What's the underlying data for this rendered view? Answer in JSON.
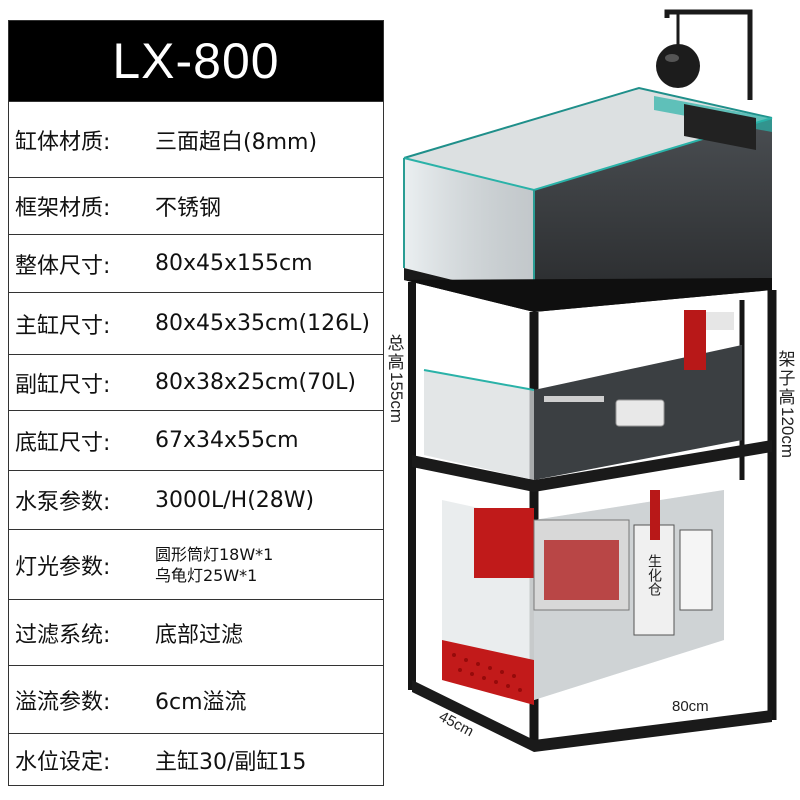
{
  "model": "LX-800",
  "specs": [
    {
      "label": "缸体材质:",
      "value": "三面超白(8mm)"
    },
    {
      "label": "框架材质:",
      "value": "不锈钢"
    },
    {
      "label": "整体尺寸:",
      "value": "80x45x155cm"
    },
    {
      "label": "主缸尺寸:",
      "value": "80x45x35cm(126L)"
    },
    {
      "label": "副缸尺寸:",
      "value": "80x38x25cm(70L)"
    },
    {
      "label": "底缸尺寸:",
      "value": "67x34x55cm"
    },
    {
      "label": "水泵参数:",
      "value": "3000L/H(28W)"
    },
    {
      "label": "灯光参数:",
      "value_lines": [
        "圆形筒灯18W*1",
        "乌龟灯25W*1"
      ]
    },
    {
      "label": "过滤系统:",
      "value": "底部过滤"
    },
    {
      "label": "溢流参数:",
      "value": "6cm溢流"
    },
    {
      "label": "水位设定:",
      "value": "主缸30/副缸15"
    }
  ],
  "dimensions": {
    "total_height_chars": [
      "总",
      "高"
    ],
    "total_height_value": "155cm",
    "frame_height_chars": [
      "架",
      "子",
      "高"
    ],
    "frame_height_value": "120cm",
    "depth": "45cm",
    "width": "80cm"
  },
  "product_image": {
    "filter_box_label": "生化仓"
  }
}
